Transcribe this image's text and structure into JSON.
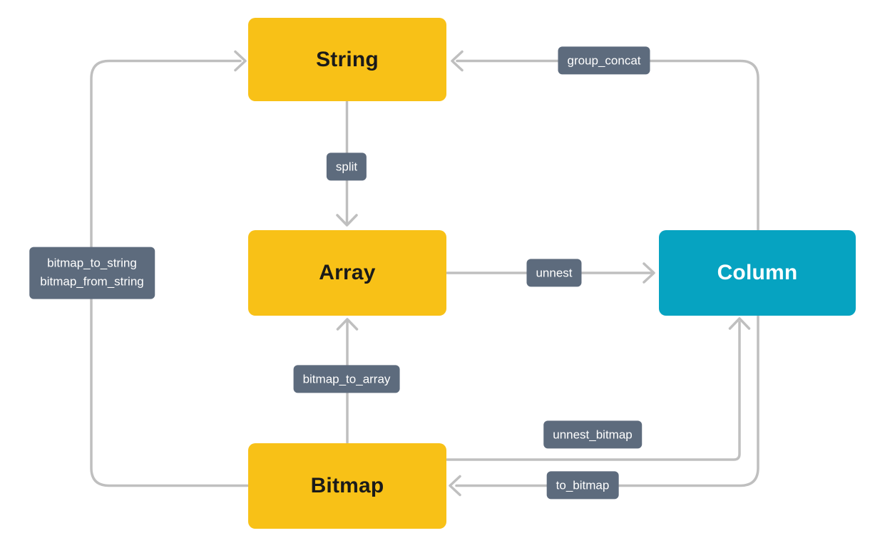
{
  "diagram": {
    "nodes": {
      "string": {
        "label": "String",
        "color_role": "yellow"
      },
      "array": {
        "label": "Array",
        "color_role": "yellow"
      },
      "bitmap": {
        "label": "Bitmap",
        "color_role": "yellow"
      },
      "column": {
        "label": "Column",
        "color_role": "teal"
      }
    },
    "edges": {
      "split": {
        "label": "split",
        "from": "String",
        "to": "Array"
      },
      "unnest": {
        "label": "unnest",
        "from": "Array",
        "to": "Column"
      },
      "group_concat": {
        "label": "group_concat",
        "from": "Column",
        "to": "String"
      },
      "bitmap_to_array": {
        "label": "bitmap_to_array",
        "from": "Bitmap",
        "to": "Array"
      },
      "unnest_bitmap": {
        "label": "unnest_bitmap",
        "from": "Bitmap",
        "to": "Column"
      },
      "to_bitmap": {
        "label": "to_bitmap",
        "from": "Column",
        "to": "Bitmap"
      },
      "bitmap_string": {
        "labels": [
          "bitmap_to_string",
          "bitmap_from_string"
        ],
        "from": "Bitmap",
        "to": "String"
      }
    },
    "colors": {
      "background": "#FFFFFF",
      "node_yellow": "#F8C117",
      "node_yellow_text": "#1A1A1A",
      "node_teal": "#06A3C1",
      "node_teal_text": "#FFFFFF",
      "edge_label_bg": "#5D6B7D",
      "edge_label_text": "#FFFFFF",
      "arrow": "#BFBFBF"
    }
  }
}
